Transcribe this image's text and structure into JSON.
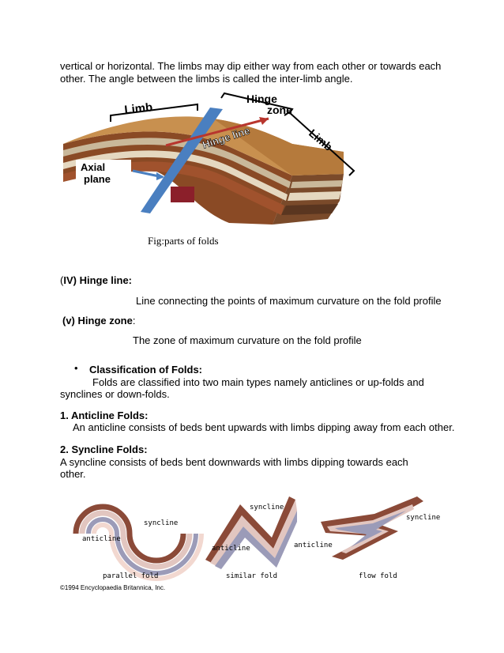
{
  "intro": {
    "line1": "vertical or horizontal.  The limbs may dip either way from each other or towards each",
    "line2": "other. The angle between the limbs is called the inter-limb  angle."
  },
  "figure1": {
    "labels": {
      "limb_left": "Limb",
      "hinge": "Hinge",
      "zone": "zone",
      "hinge_line": "Hinge line",
      "limb_right": "Limb",
      "axial": "Axial",
      "plane": "plane"
    },
    "caption": "Fig:parts of folds"
  },
  "hinge_line_section": {
    "heading_paren_open": "(",
    "heading_rest": "IV) Hinge line:",
    "text": "Line connecting  the points of maximum  curvature  on the fold profile"
  },
  "hinge_zone_section": {
    "heading": "(v) Hinge zone",
    "heading_colon": ":",
    "text": "The zone of maximum  curvature  on the fold profile"
  },
  "classification": {
    "bullet": "•",
    "heading": "Classification  of Folds:",
    "line1": "Folds are classified into two main types namely anticlines or up-folds and",
    "line2": "synclines or down-folds."
  },
  "anticline": {
    "heading": "1. Anticline  Folds:",
    "text": "An anticline consists of beds bent upwards with limbs dipping away from each other."
  },
  "syncline": {
    "heading": "2. Syncline Folds:",
    "line1": "A syncline  consists of beds bent downwards  with limbs dipping towards each",
    "line2": "other."
  },
  "figure2": {
    "panel1": {
      "syncline": "syncline",
      "anticline": "anticline",
      "caption": "parallel fold"
    },
    "panel2": {
      "syncline": "syncline",
      "anticline": "anticline",
      "caption": "similar fold"
    },
    "panel3": {
      "syncline": "syncline",
      "anticline": "anticline",
      "caption": "flow fold"
    },
    "copyright": "©1994 Encyclopaedia Britannica, Inc."
  }
}
